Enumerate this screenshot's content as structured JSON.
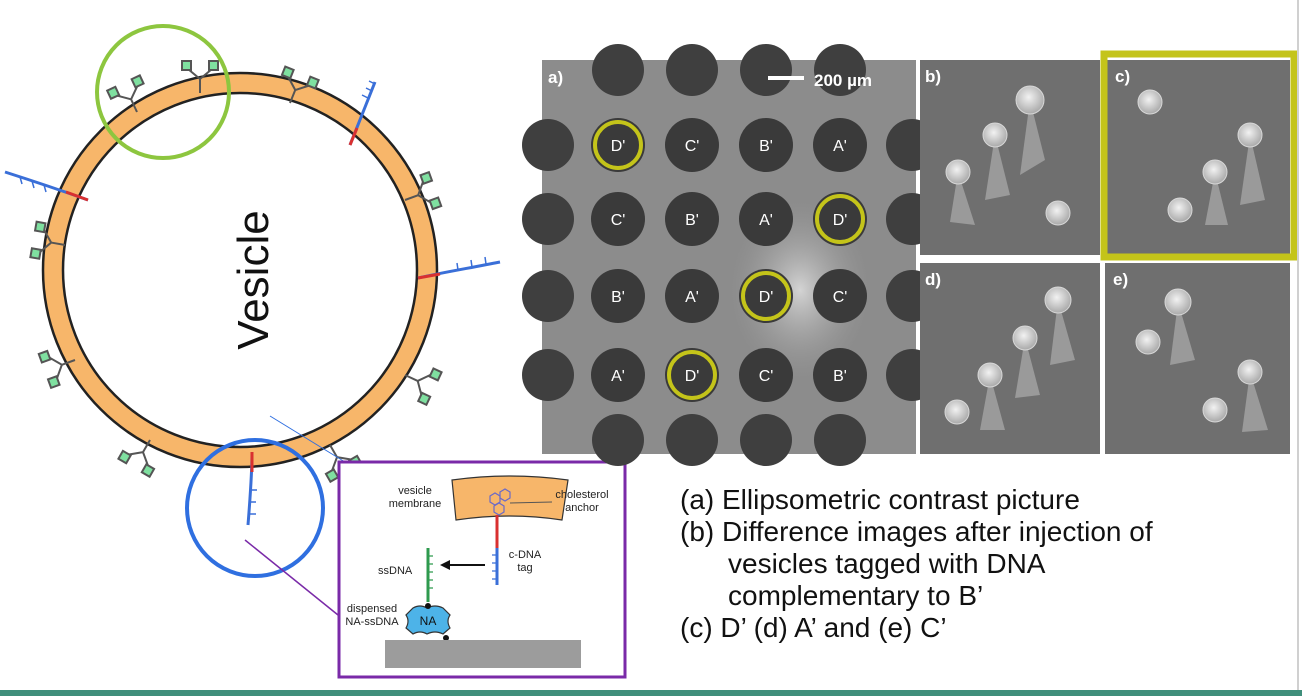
{
  "vesicle": {
    "label": "Vesicle"
  },
  "inset": {
    "membrane_label_1": "vesicle",
    "membrane_label_2": "membrane",
    "cholesterol_label_1": "cholesterol",
    "cholesterol_label_2": "anchor",
    "ssdna_label": "ssDNA",
    "cdna_label_1": "c-DNA",
    "cdna_label_2": "tag",
    "dispensed_label_1": "dispensed",
    "dispensed_label_2": "NA-ssDNA",
    "na_label": "NA"
  },
  "panels": {
    "a_label": "a)",
    "b_label": "b)",
    "c_label": "c)",
    "d_label": "d)",
    "e_label": "e)",
    "scalebar_label": "200 µm"
  },
  "grid_labels": [
    [
      "D'",
      "C'",
      "B'",
      "A'"
    ],
    [
      "C'",
      "B'",
      "A'",
      "D'"
    ],
    [
      "B'",
      "A'",
      "D'",
      "C'"
    ],
    [
      "A'",
      "D'",
      "C'",
      "B'"
    ]
  ],
  "caption": {
    "line1": "(a) Ellipsometric contrast picture",
    "line2": "(b) Difference images after injection of",
    "line3": "vesicles tagged with DNA",
    "line4": "complementary to B’",
    "line5": "(c) D’  (d) A’ and (e) C’"
  },
  "colors": {
    "membrane": "#f7b66a",
    "green_highlight": "#8dc63f",
    "blue_highlight": "#2f6fe0",
    "purple_frame": "#7a2aa8",
    "yellow_circle": "#c4c41a"
  }
}
